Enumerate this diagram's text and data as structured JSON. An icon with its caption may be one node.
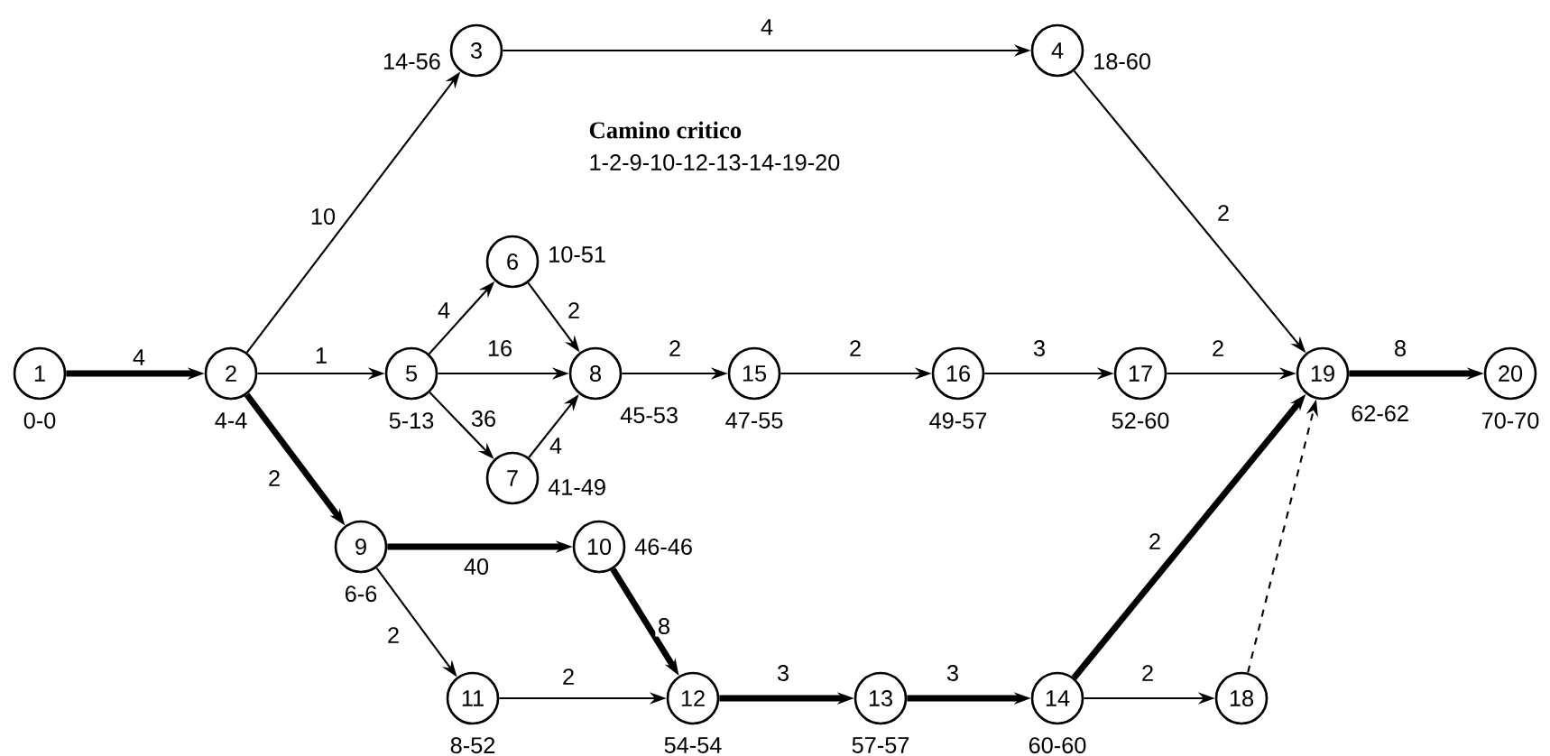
{
  "diagram": {
    "nodes": [
      {
        "text": [
          "1"
        ],
        "beside": [
          "0-0"
        ]
      },
      {
        "text": [
          "2"
        ],
        "beside": [
          "4-4"
        ]
      },
      {
        "text": [
          "3"
        ],
        "beside": [
          "14-56"
        ]
      },
      {
        "text": [
          "4"
        ],
        "beside": [
          "18-60"
        ]
      },
      {
        "text": [
          "5"
        ],
        "beside": [
          "5-13"
        ]
      },
      {
        "text": [
          "6"
        ],
        "beside": [
          "10-51"
        ]
      },
      {
        "text": [
          "7"
        ],
        "beside": [
          "41-49"
        ]
      },
      {
        "text": [
          "8"
        ],
        "beside": [
          "45-53"
        ]
      },
      {
        "text": [
          "9"
        ],
        "beside": [
          "6-6"
        ]
      },
      {
        "text": [
          "10"
        ],
        "beside": [
          "46-46"
        ]
      },
      {
        "text": [
          "11"
        ],
        "beside": [
          "8-52"
        ]
      },
      {
        "text": [
          "12"
        ],
        "beside": [
          "54-54"
        ]
      },
      {
        "text": [
          "13"
        ],
        "beside": [
          "57-57"
        ]
      },
      {
        "text": [
          "14"
        ],
        "beside": [
          "60-60"
        ]
      },
      {
        "text": [
          "15"
        ],
        "beside": [
          "47-55"
        ]
      },
      {
        "text": [
          "16"
        ],
        "beside": [
          "49-57"
        ]
      },
      {
        "text": [
          "17"
        ],
        "beside": [
          "52-60"
        ]
      },
      {
        "text": [
          "18"
        ]
      },
      {
        "text": [
          "19"
        ],
        "beside": [
          "62-62"
        ]
      },
      {
        "text": [
          "20"
        ],
        "beside": [
          "70-70"
        ]
      }
    ],
    "edges": [
      {
        "from": 0,
        "to": 1,
        "arrow": "to",
        "label": "4",
        "style": "thick"
      },
      {
        "from": 1,
        "to": 2,
        "arrow": "to",
        "label": "10"
      },
      {
        "from": 1,
        "to": 4,
        "arrow": "to",
        "label": "1"
      },
      {
        "from": 1,
        "to": 8,
        "arrow": "to",
        "label": "2",
        "style": "thick"
      },
      {
        "from": 2,
        "to": 3,
        "arrow": "to",
        "label": "4"
      },
      {
        "from": 3,
        "to": 18,
        "arrow": "to",
        "label": "2"
      },
      {
        "from": 4,
        "to": 5,
        "arrow": "to",
        "label": "4"
      },
      {
        "from": 4,
        "to": 7,
        "arrow": "to",
        "label": "16"
      },
      {
        "from": 4,
        "to": 6,
        "arrow": "to",
        "label": "36"
      },
      {
        "from": 5,
        "to": 7,
        "arrow": "to",
        "label": "2"
      },
      {
        "from": 6,
        "to": 7,
        "arrow": "to",
        "label": "4"
      },
      {
        "from": 7,
        "to": 14,
        "arrow": "to",
        "label": "2"
      },
      {
        "from": 14,
        "to": 15,
        "arrow": "to",
        "label": "2"
      },
      {
        "from": 15,
        "to": 16,
        "arrow": "to",
        "label": "3"
      },
      {
        "from": 16,
        "to": 18,
        "arrow": "to",
        "label": "2"
      },
      {
        "from": 18,
        "to": 19,
        "arrow": "to",
        "label": "8",
        "style": "thick"
      },
      {
        "from": 8,
        "to": 9,
        "arrow": "to",
        "label": "40",
        "style": "thick"
      },
      {
        "from": 8,
        "to": 10,
        "arrow": "to",
        "label": "2"
      },
      {
        "from": 9,
        "to": 11,
        "arrow": "to",
        "label": "8",
        "style": "thick"
      },
      {
        "from": 10,
        "to": 11,
        "arrow": "to",
        "label": "2"
      },
      {
        "from": 11,
        "to": 12,
        "arrow": "to",
        "label": "3",
        "style": "thick"
      },
      {
        "from": 12,
        "to": 13,
        "arrow": "to",
        "label": "3",
        "style": "thick"
      },
      {
        "from": 13,
        "to": 18,
        "arrow": "to",
        "label": "2",
        "style": "thick"
      },
      {
        "from": 13,
        "to": 17,
        "arrow": "to",
        "label": "2"
      },
      {
        "from": 17,
        "to": 18,
        "arrow": "to",
        "style": "dashed"
      }
    ],
    "labels": [
      "Camino critico",
      "1-2-9-10-12-13-14-19-20"
    ]
  }
}
